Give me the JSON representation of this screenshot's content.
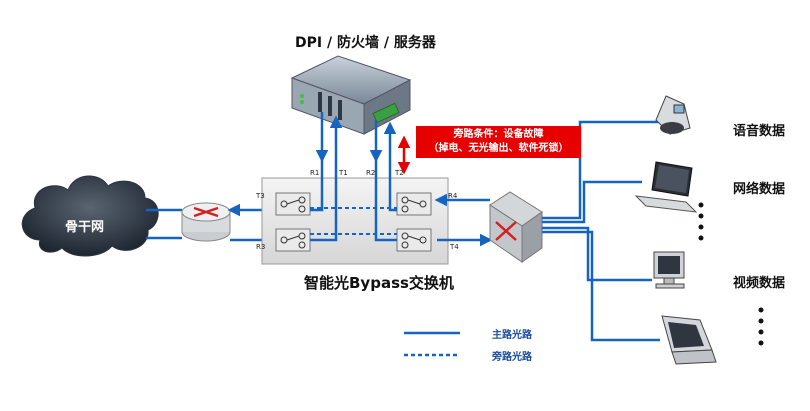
{
  "title_top": "DPI / 防火墙 / 服务器",
  "title_bottom": "智能光Bypass交换机",
  "cloud_label": "骨干网",
  "alert": {
    "line1": "旁路条件：设备故障",
    "line2": "（掉电、无光输出、软件死锁）"
  },
  "ports": {
    "r1": "R1",
    "t1": "T1",
    "r2": "R2",
    "t2": "T2",
    "t3": "T3",
    "r3": "R3",
    "r4": "R4",
    "t4": "T4"
  },
  "devices": {
    "voice": "语音数据",
    "network": "网络数据",
    "video": "视频数据"
  },
  "legend": {
    "main": "主路光路",
    "bypass": "旁路光路"
  },
  "colors": {
    "line": "#1565c0",
    "alert": "#e60000"
  }
}
